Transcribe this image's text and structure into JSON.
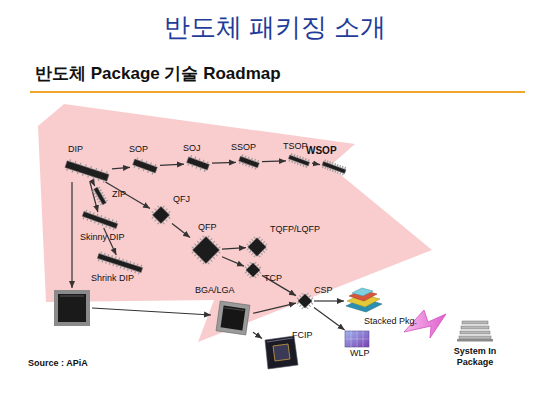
{
  "diagram": {
    "title": "반도체 패키징 소개",
    "nodes": [
      {
        "text": [
          "DIP"
        ]
      },
      {
        "text": [
          "SOP"
        ]
      },
      {
        "text": [
          "SOJ"
        ]
      },
      {
        "text": [
          "SSOP"
        ]
      },
      {
        "text": [
          "TSOP"
        ]
      },
      {
        "text": [
          "WSOP"
        ]
      },
      {
        "text": [
          "ZIP"
        ]
      },
      {
        "text": [
          "QFJ"
        ]
      },
      {
        "text": [
          "QFP"
        ]
      },
      {
        "text": [
          "TQFP/LQFP"
        ]
      },
      {
        "text": [
          "Skinny DIP"
        ]
      },
      {
        "text": [
          "Shrink DIP"
        ]
      },
      {
        "text": [
          "TCP"
        ]
      },
      {
        "text": [
          "BGA/LGA"
        ]
      },
      {
        "text": [
          "CSP"
        ]
      },
      {
        "text": [
          "Stacked Pkg."
        ]
      },
      {
        "text": [
          "FCIP"
        ]
      },
      {
        "text": [
          "WLP"
        ]
      },
      {
        "text": [
          "System In Package"
        ]
      }
    ],
    "edges": [
      {
        "from": 0,
        "to": 1,
        "arrow": "to"
      },
      {
        "from": 1,
        "to": 2,
        "arrow": "to"
      },
      {
        "from": 2,
        "to": 3,
        "arrow": "to"
      },
      {
        "from": 3,
        "to": 4,
        "arrow": "to"
      },
      {
        "from": 4,
        "to": 5,
        "arrow": "to"
      },
      {
        "from": 0,
        "to": 6,
        "arrow": "to"
      },
      {
        "from": 0,
        "to": 7,
        "arrow": "to"
      },
      {
        "from": 0,
        "to": 10,
        "arrow": "to"
      },
      {
        "from": 10,
        "to": 11,
        "arrow": "to"
      },
      {
        "from": 7,
        "to": 8,
        "arrow": "to"
      },
      {
        "from": 8,
        "to": 9,
        "arrow": "to"
      },
      {
        "from": 8,
        "to": 12,
        "arrow": "to"
      },
      {
        "from": 12,
        "to": 14,
        "arrow": "to"
      },
      {
        "from": 13,
        "to": 14,
        "arrow": "to"
      },
      {
        "from": 13,
        "to": 16,
        "arrow": "to"
      },
      {
        "from": 14,
        "to": 15,
        "arrow": "to"
      },
      {
        "from": 14,
        "to": 17,
        "arrow": "to"
      }
    ],
    "labels": [
      "반도체 Package 기술 Roadmap",
      "Source : APiA"
    ]
  }
}
